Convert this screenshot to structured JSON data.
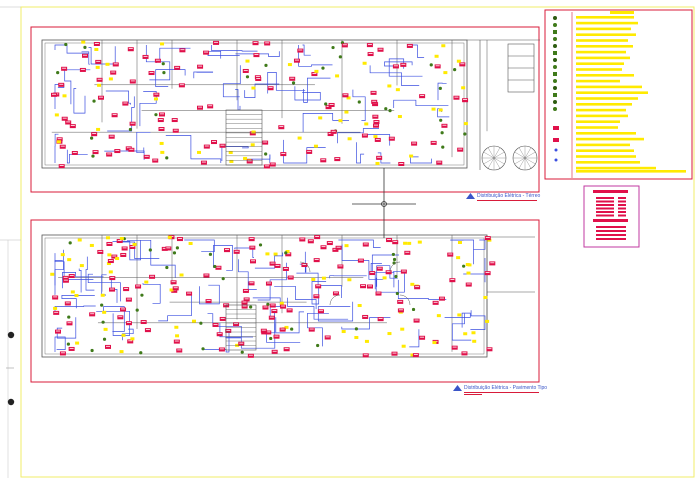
{
  "drawing": {
    "plans": [
      {
        "id": "upper",
        "title": "Distribuição Elétrica - Térreo"
      },
      {
        "id": "lower",
        "title": "Distribuição Elétrica - Pavimento Tipo"
      }
    ]
  },
  "colors": {
    "paper": "#ffffff",
    "sheet_border": "#f1ee6a",
    "frame": "#d81b3a",
    "walls": "#555555",
    "circuit": "#3b4fe0",
    "device_red": "#e0104a",
    "device_yellow": "#ffea00",
    "device_green": "#3f7a1a",
    "legend_text_bar": "#ffea00"
  },
  "icons": [
    "north-arrow-icon",
    "punch-hole-icon",
    "crosshair-icon"
  ]
}
